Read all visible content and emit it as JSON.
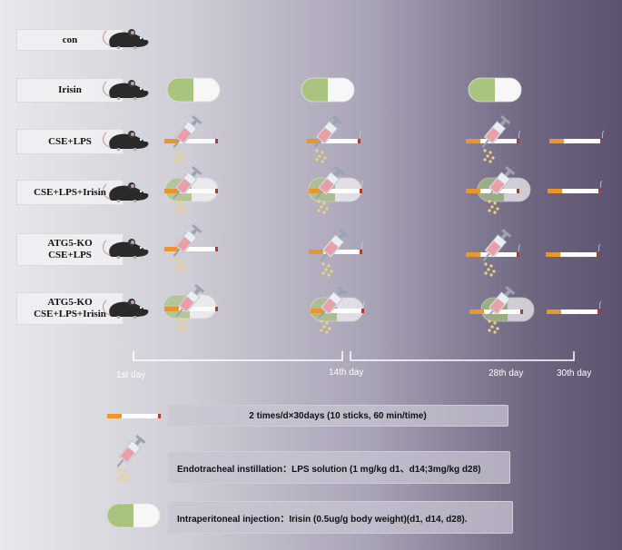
{
  "groups": [
    {
      "lines": [
        "con"
      ]
    },
    {
      "lines": [
        "Irisin"
      ]
    },
    {
      "lines": [
        "CSE+LPS"
      ]
    },
    {
      "lines": [
        "CSE+LPS+Irisin"
      ]
    },
    {
      "lines": [
        "ATG5-KO",
        "CSE+LPS"
      ]
    },
    {
      "lines": [
        "ATG5-KO",
        "CSE+LPS+Irisin"
      ]
    }
  ],
  "timeline": {
    "days": [
      "1st day",
      "14th day",
      "28th day",
      "30th day"
    ]
  },
  "legend": {
    "cigarette": "2 times/d×30days (10 sticks, 60 min/time)",
    "syringe": "Endotracheal instillation：LPS solution (1 mg/kg d1、d14;3mg/kg d28)",
    "capsule": "Intraperitoneal injection：Irisin (0.5ug/g body weight)(d1, d14, d28)."
  },
  "colors": {
    "capsule_green": "#a9c47f",
    "cigarette_filter": "#e8962e",
    "syringe_liquid": "#e8a0a8",
    "droplet": "#f0d27a",
    "mouse": "#2a2a2a"
  }
}
